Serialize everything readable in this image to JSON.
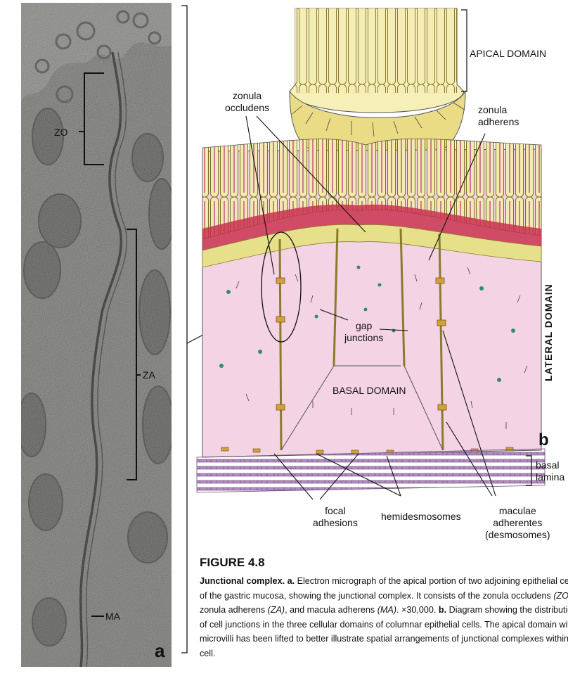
{
  "panel_a": {
    "labels": {
      "zo": "ZO",
      "za": "ZA",
      "ma": "MA"
    },
    "panel_letter": "a"
  },
  "panel_b": {
    "labels": {
      "apical_domain": "APICAL DOMAIN",
      "zonula_occludens": "zonula\noccludens",
      "zonula_adherens": "zonula\nadherens",
      "lateral_domain": "LATERAL DOMAIN",
      "gap_junctions": "gap\njunctions",
      "basal_domain": "BASAL DOMAIN",
      "basal_lamina": "basal\nlamina",
      "focal_adhesions": "focal\nadhesions",
      "hemidesmosomes": "hemidesmosomes",
      "maculae_adherentes": "maculae\nadherentes\n(desmosomes)"
    },
    "panel_letter": "b"
  },
  "caption": {
    "figure": "FIGURE 4.8",
    "lines": [
      [
        {
          "t": "Junctional complex. ",
          "b": true
        },
        {
          "t": "a.",
          "b": true
        },
        {
          "t": " Electron micrograph of the apical portion of two adjoining epithelial cells"
        }
      ],
      [
        {
          "t": "of the gastric mucosa, showing the junctional complex. It consists of the zonula occludens "
        },
        {
          "t": "(ZO)",
          "i": true
        },
        {
          "t": ","
        }
      ],
      [
        {
          "t": "zonula adherens "
        },
        {
          "t": "(ZA)",
          "i": true
        },
        {
          "t": ", and macula adherens "
        },
        {
          "t": "(MA)",
          "i": true
        },
        {
          "t": ". ×30,000. "
        },
        {
          "t": "b.",
          "b": true
        },
        {
          "t": " Diagram showing the distribution"
        }
      ],
      [
        {
          "t": "of cell junctions in the three cellular domains of columnar epithelial cells. The apical domain with"
        }
      ],
      [
        {
          "t": "microvilli has been lifted to better illustrate spatial arrangements of junctional complexes within the"
        }
      ],
      [
        {
          "t": "cell."
        }
      ]
    ]
  },
  "colors": {
    "cytoplasm_pink": "#f3d3e4",
    "microvilli_yellow": "#f2eab0",
    "terminal_web_red": "#c9324f",
    "basal_lamina_purple": "#b48bc2",
    "micrograph_gray": "#b9b9b4"
  }
}
